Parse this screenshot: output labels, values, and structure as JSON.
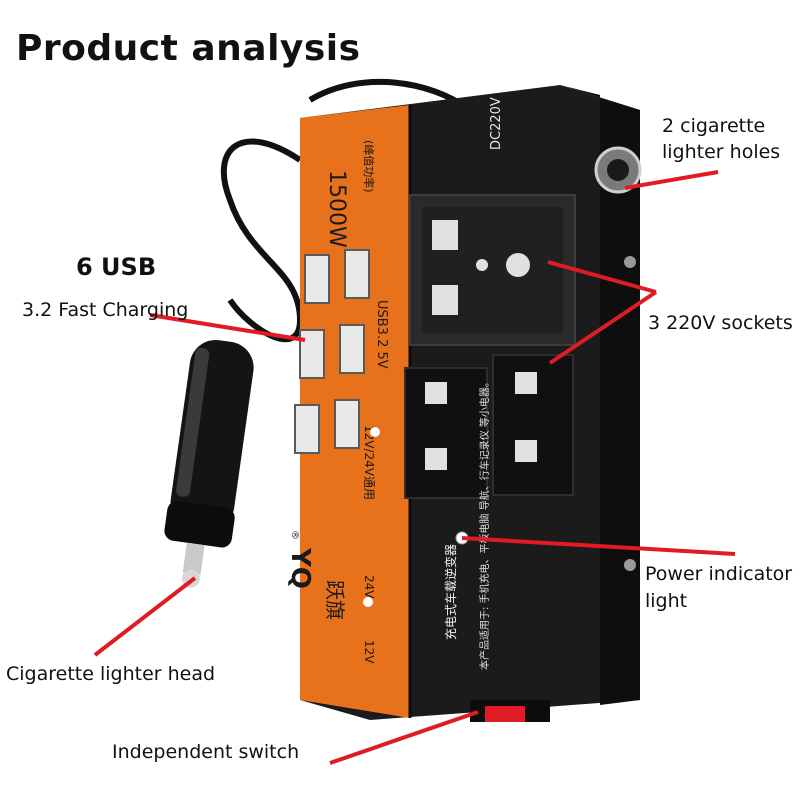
{
  "title": "Product analysis",
  "labels": {
    "usb_count": "6 USB",
    "fast_charging": "3.2 Fast Charging",
    "lighter_holes_line1": "2 cigarette",
    "lighter_holes_line2": "lighter holes",
    "sockets": "3 220V sockets",
    "indicator_line1": "Power indicator",
    "indicator_line2": "light",
    "lighter_head": "Cigarette lighter head",
    "switch": "Independent switch"
  },
  "device": {
    "power_rating": "1500W",
    "power_sub": "(峰值功率)",
    "usb_spec": "USB3.2  5V",
    "voltage_note": "12V/24V通用",
    "brand": "YQ",
    "brand_reg": "®",
    "brand_cn": "跃旗",
    "v24": "24V",
    "v12": "12V",
    "dc_label": "DC220V",
    "product_name": "充电式车载逆变器",
    "usage_text": "本产品适用于: 手机充电、平板电脑 导航、行车记录仪 等小电器。"
  },
  "colors": {
    "accent_red": "#e01b24",
    "panel_orange": "#e8721c",
    "body_black": "#1b1b1b"
  }
}
